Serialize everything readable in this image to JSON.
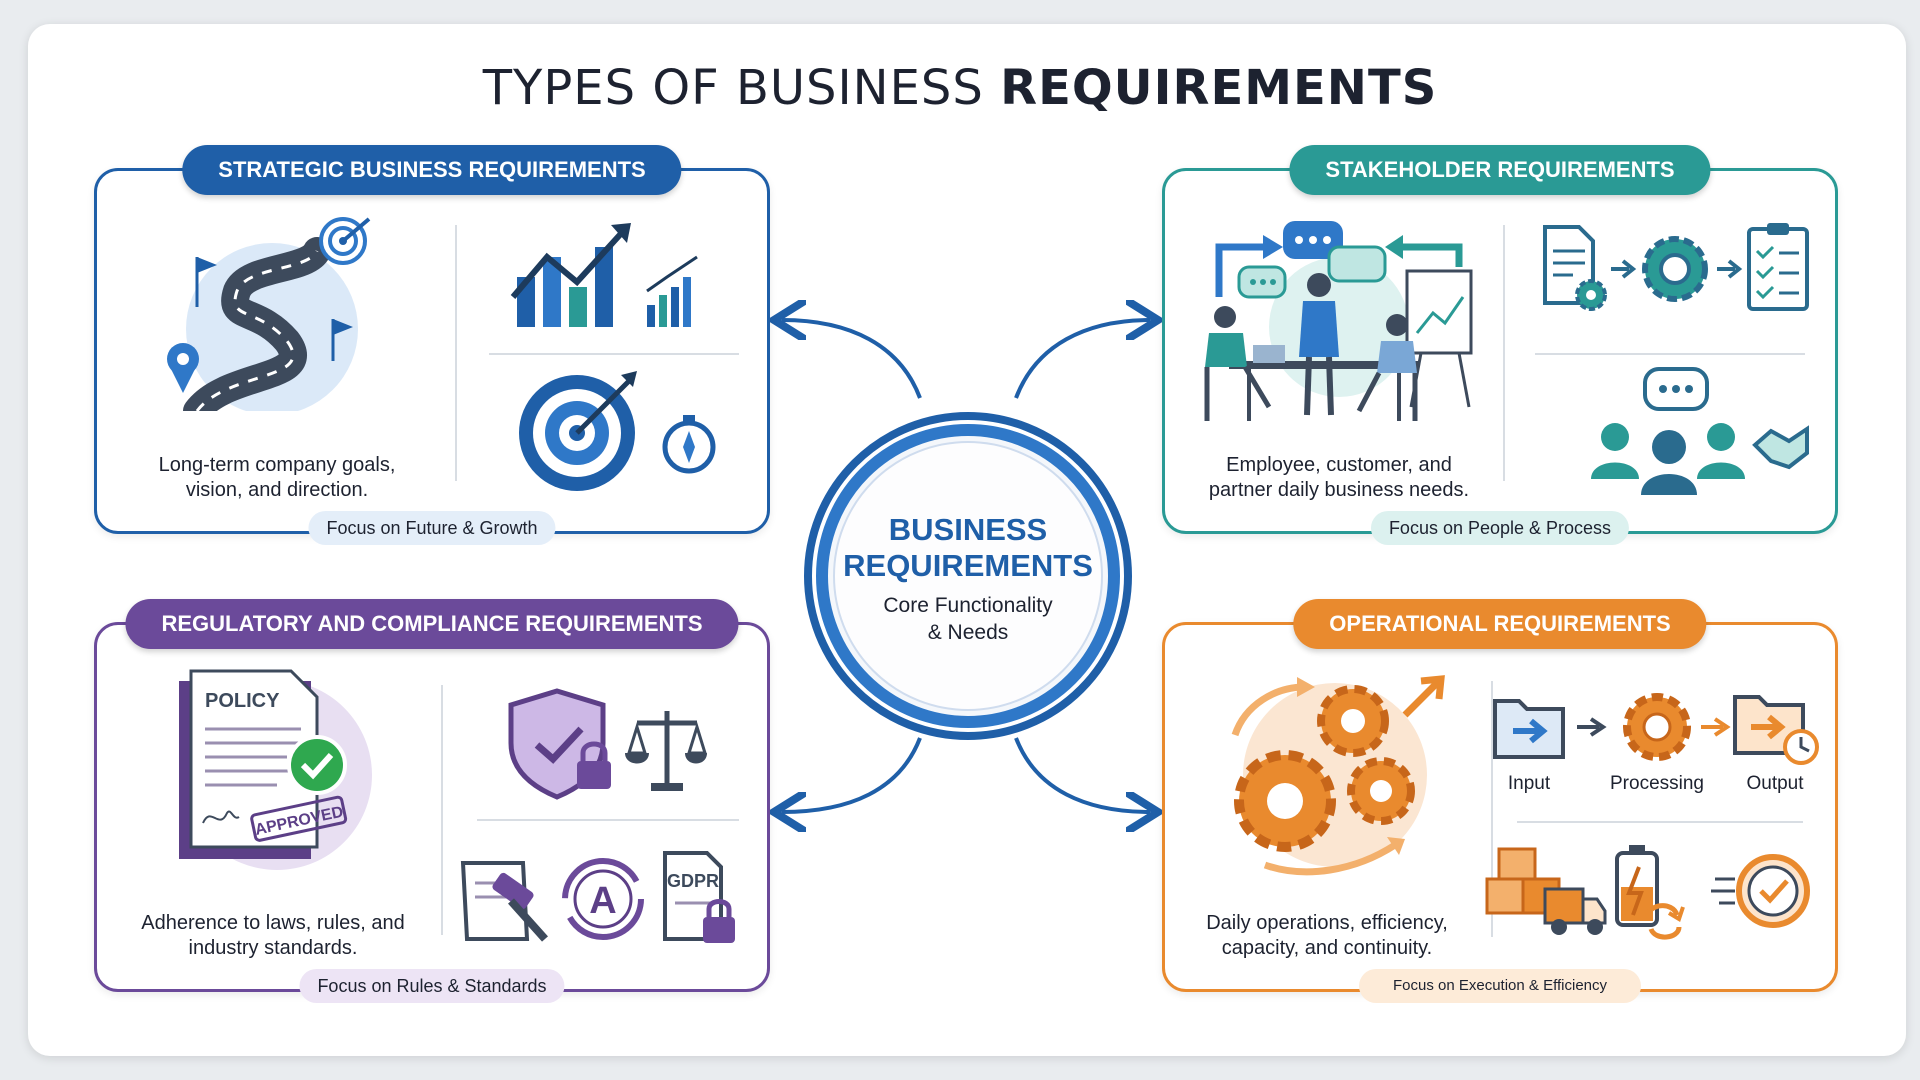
{
  "title": {
    "part1": "TYPES OF BUSINESS",
    "part2": "REQUIREMENTS"
  },
  "center": {
    "title_line1": "BUSINESS",
    "title_line2": "REQUIREMENTS",
    "sub_line1": "Core Functionality",
    "sub_line2": "& Needs"
  },
  "strategic": {
    "heading": "STRATEGIC BUSINESS REQUIREMENTS",
    "desc_line1": "Long-term company goals,",
    "desc_line2": "vision, and direction.",
    "focus": "Focus on Future & Growth",
    "color": "#1f5fa8"
  },
  "stakeholder": {
    "heading": "STAKEHOLDER REQUIREMENTS",
    "desc_line1": "Employee, customer, and",
    "desc_line2": "partner daily business needs.",
    "focus": "Focus on People & Process",
    "color": "#2a9a95"
  },
  "regulatory": {
    "heading": "REGULATORY AND COMPLIANCE REQUIREMENTS",
    "desc_line1": "Adherence to laws, rules, and",
    "desc_line2": "industry standards.",
    "focus": "Focus on Rules & Standards",
    "color": "#6b4a9a",
    "policy_label": "POLICY",
    "approved_label": "APPROVED",
    "gdpr_label": "GDPR",
    "a_label": "A"
  },
  "operational": {
    "heading": "OPERATIONAL REQUIREMENTS",
    "desc_line1": "Daily operations, efficiency,",
    "desc_line2": "capacity, and continuity.",
    "focus": "Focus on Execution & Efficiency",
    "color": "#e98a2e",
    "flow": [
      "Input",
      "Processing",
      "Output"
    ]
  }
}
